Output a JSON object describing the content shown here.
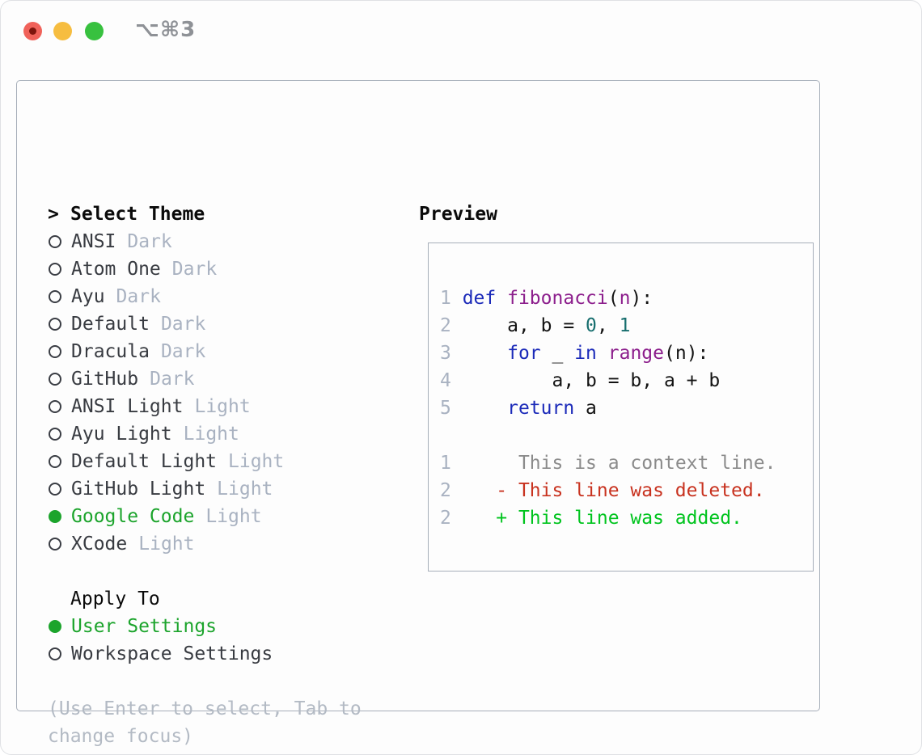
{
  "window": {
    "title": "⌥⌘3"
  },
  "colors": {
    "red": "#f0625a",
    "reddot": "#7e150d",
    "yellow": "#f6bd40",
    "greenbtn": "#38c13f",
    "titlegray": "#8e9196",
    "border": "#a6aeb9",
    "text": "#383b41",
    "muted": "#a9b2c1",
    "hint": "#b3bac4",
    "green": "#1ca42c",
    "kw": "#1b2ab9",
    "fn": "#8c1e8c",
    "lit": "#176e6e",
    "num": "#a9b2c1",
    "ctx": "#8b8b8b",
    "del": "#c8321f",
    "add": "#00c41e"
  },
  "theme_picker": {
    "header": {
      "marker": ">",
      "label": "Select Theme"
    },
    "items": [
      {
        "name": "ANSI",
        "variant": "Dark",
        "selected": false
      },
      {
        "name": "Atom One",
        "variant": "Dark",
        "selected": false
      },
      {
        "name": "Ayu",
        "variant": "Dark",
        "selected": false
      },
      {
        "name": "Default",
        "variant": "Dark",
        "selected": false
      },
      {
        "name": "Dracula",
        "variant": "Dark",
        "selected": false
      },
      {
        "name": "GitHub",
        "variant": "Dark",
        "selected": false
      },
      {
        "name": "ANSI Light",
        "variant": "Light",
        "selected": false
      },
      {
        "name": "Ayu Light",
        "variant": "Light",
        "selected": false
      },
      {
        "name": "Default Light",
        "variant": "Light",
        "selected": false
      },
      {
        "name": "GitHub Light",
        "variant": "Light",
        "selected": false
      },
      {
        "name": "Google Code",
        "variant": "Light",
        "selected": true
      },
      {
        "name": "XCode",
        "variant": "Light",
        "selected": false
      }
    ]
  },
  "apply_to": {
    "header": "Apply To",
    "options": [
      {
        "label": "User Settings",
        "selected": true
      },
      {
        "label": "Workspace Settings",
        "selected": false
      }
    ]
  },
  "hint": {
    "line1": "(Use Enter to select, Tab to",
    "line2": "change focus)"
  },
  "preview": {
    "title": "Preview",
    "code_lines": [
      {
        "tokens": [
          [
            "num",
            "1 "
          ],
          [
            "kw",
            "def"
          ],
          [
            "plain",
            " "
          ],
          [
            "fn",
            "fibonacci"
          ],
          [
            "plain",
            "("
          ],
          [
            "fn",
            "n"
          ],
          [
            "plain",
            "):"
          ]
        ]
      },
      {
        "tokens": [
          [
            "num",
            "2 "
          ],
          [
            "plain",
            "    a, b = "
          ],
          [
            "lit",
            "0"
          ],
          [
            "plain",
            ", "
          ],
          [
            "lit",
            "1"
          ]
        ]
      },
      {
        "tokens": [
          [
            "num",
            "3 "
          ],
          [
            "plain",
            "    "
          ],
          [
            "kw",
            "for"
          ],
          [
            "plain",
            " _ "
          ],
          [
            "kw",
            "in"
          ],
          [
            "plain",
            " "
          ],
          [
            "fn",
            "range"
          ],
          [
            "plain",
            "(n):"
          ]
        ]
      },
      {
        "tokens": [
          [
            "num",
            "4 "
          ],
          [
            "plain",
            "        a, b = b, a + b"
          ]
        ]
      },
      {
        "tokens": [
          [
            "num",
            "5 "
          ],
          [
            "plain",
            "    "
          ],
          [
            "kw",
            "return"
          ],
          [
            "plain",
            " a"
          ]
        ]
      },
      {
        "tokens": []
      },
      {
        "tokens": [
          [
            "num",
            "1 "
          ],
          [
            "plain",
            "     "
          ],
          [
            "ctx",
            "This is a context line."
          ]
        ]
      },
      {
        "tokens": [
          [
            "num",
            "2 "
          ],
          [
            "del",
            "   - This line was deleted."
          ]
        ]
      },
      {
        "tokens": [
          [
            "num",
            "2 "
          ],
          [
            "add",
            "   + This line was added."
          ]
        ]
      }
    ]
  }
}
